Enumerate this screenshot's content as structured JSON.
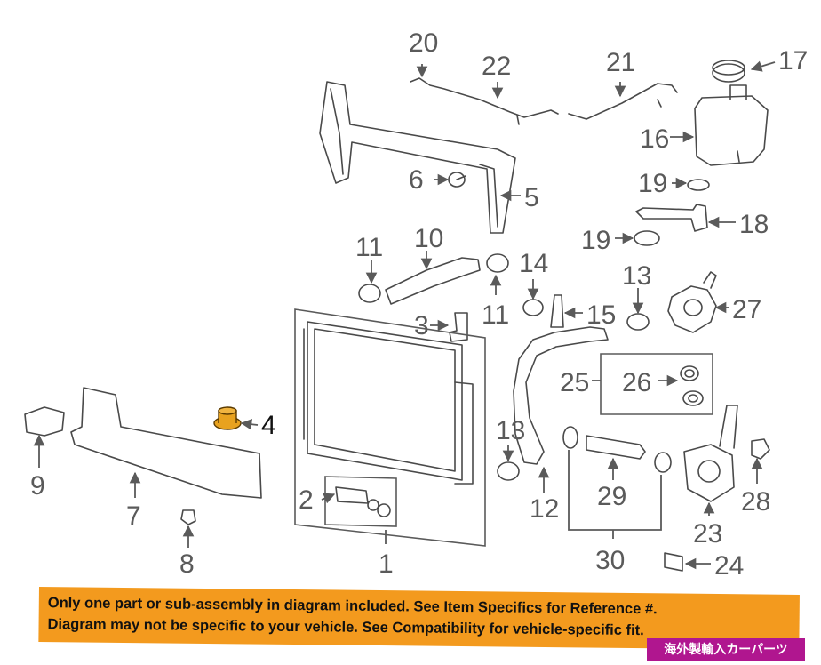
{
  "diagram": {
    "callouts": {
      "c1": "1",
      "c2": "2",
      "c3": "3",
      "c4": "4",
      "c5": "5",
      "c6": "6",
      "c7": "7",
      "c8": "8",
      "c9": "9",
      "c10": "10",
      "c11a": "11",
      "c11b": "11",
      "c12": "12",
      "c13a": "13",
      "c13b": "13",
      "c14": "14",
      "c15": "15",
      "c16": "16",
      "c17": "17",
      "c18": "18",
      "c19a": "19",
      "c19b": "19",
      "c20": "20",
      "c21": "21",
      "c22": "22",
      "c23": "23",
      "c24": "24",
      "c25": "25",
      "c26": "26",
      "c27": "27",
      "c28": "28",
      "c29": "29",
      "c30": "30"
    },
    "highlight_color": "#e8a21f"
  },
  "banner": {
    "line1": "Only one part or sub-assembly in diagram included. See Item Specifics for Reference #.",
    "line2": "Diagram may not be specific to your vehicle. See Compatibility for vehicle-specific fit.",
    "background": "#f39a1e"
  },
  "stamp": {
    "text": "海外製輸入カーパーツ",
    "background": "#b0168f"
  }
}
